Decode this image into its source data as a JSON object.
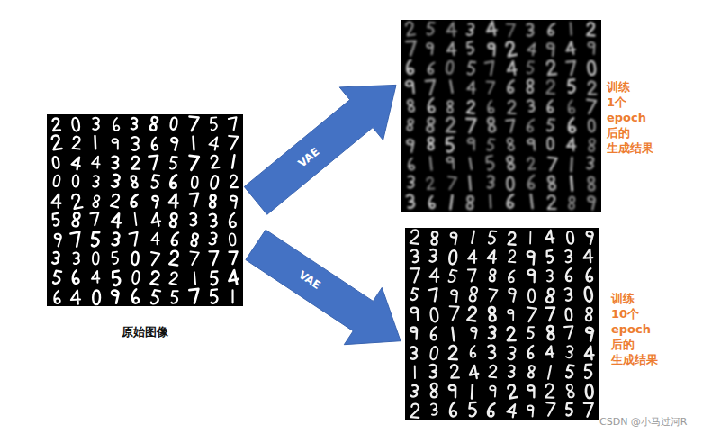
{
  "diagram": {
    "nodes": [
      {
        "text": [
          "原始图像"
        ]
      },
      {
        "text": [
          "训练 1个 epoch 后的 生成结果"
        ]
      },
      {
        "text": [
          "训练 10个 epoch 后的 生成结果"
        ]
      }
    ],
    "edges": [
      {
        "from": 0,
        "to": 1,
        "arrow": "to",
        "label": "VAE"
      },
      {
        "from": 0,
        "to": 2,
        "arrow": "to",
        "label": "VAE"
      }
    ],
    "labels": [
      "CSDN @小马过河R"
    ]
  }
}
